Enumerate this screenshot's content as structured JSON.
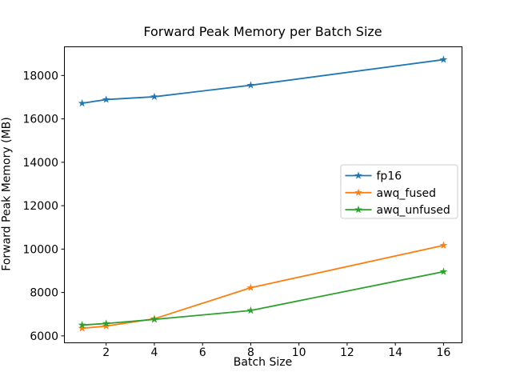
{
  "figure": {
    "background": "#ffffff",
    "text_color": "#000000",
    "axis_color": "#000000"
  },
  "chart_data": {
    "type": "line",
    "title": "Forward Peak Memory per Batch Size",
    "xlabel": "Batch Size",
    "ylabel": "Forward Peak Memory (MB)",
    "x": [
      1,
      2,
      4,
      8,
      16
    ],
    "series": [
      {
        "name": "fp16",
        "color": "#1f77b4",
        "marker": "star",
        "values": [
          16720,
          16890,
          17020,
          17550,
          18730
        ]
      },
      {
        "name": "awq_fused",
        "color": "#ff7f0e",
        "marker": "star",
        "values": [
          6350,
          6450,
          6790,
          8220,
          10170
        ]
      },
      {
        "name": "awq_unfused",
        "color": "#2ca02c",
        "marker": "star",
        "values": [
          6500,
          6570,
          6760,
          7170,
          8960
        ]
      }
    ],
    "xlim": [
      0.25,
      16.75
    ],
    "ylim": [
      5700,
      19340
    ],
    "xticks": [
      2,
      4,
      6,
      8,
      10,
      12,
      14,
      16
    ],
    "yticks": [
      6000,
      8000,
      10000,
      12000,
      14000,
      16000,
      18000
    ],
    "grid": false,
    "legend": {
      "position": "center-right",
      "entries": [
        "fp16",
        "awq_fused",
        "awq_unfused"
      ],
      "border_color": "#cccccc"
    }
  }
}
